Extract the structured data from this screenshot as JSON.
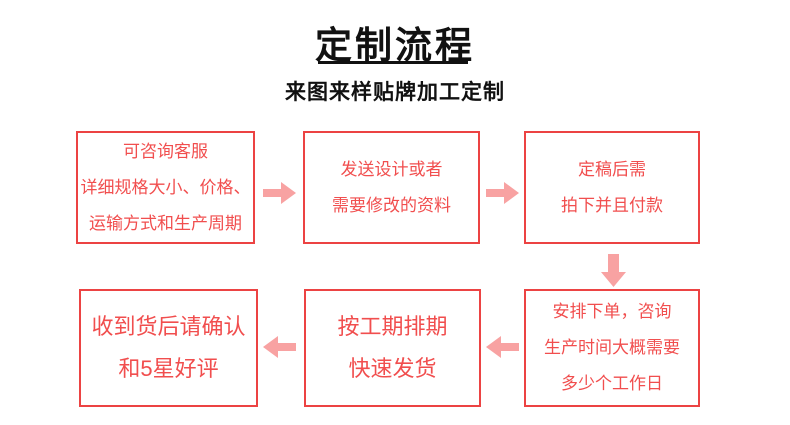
{
  "header": {
    "title": "定制流程",
    "subtitle": "来图来样贴牌加工定制"
  },
  "colors": {
    "box_border_red": "#ec4343",
    "box_text_red": "#f14e4e",
    "arrow_pink": "#f8a2a2",
    "heading_black": "#111111"
  },
  "steps": [
    {
      "position": "top-left",
      "lines": [
        "可咨询客服",
        "详细规格大小、价格、",
        "运输方式和生产周期"
      ]
    },
    {
      "position": "top-center",
      "lines": [
        "发送设计或者",
        "需要修改的资料"
      ]
    },
    {
      "position": "top-right",
      "lines": [
        "定稿后需",
        "拍下并且付款"
      ]
    },
    {
      "position": "bottom-right",
      "lines": [
        "安排下单，咨询",
        "生产时间大概需要",
        "多少个工作日"
      ]
    },
    {
      "position": "bottom-center",
      "lines": [
        "按工期排期",
        "快速发货"
      ]
    },
    {
      "position": "bottom-left",
      "lines": [
        "收到货后请确认",
        "和5星好评"
      ]
    }
  ],
  "arrows": [
    {
      "name": "arrow-step1-to-step2",
      "direction": "right"
    },
    {
      "name": "arrow-step2-to-step3",
      "direction": "right"
    },
    {
      "name": "arrow-step3-to-step4",
      "direction": "down"
    },
    {
      "name": "arrow-step4-to-step5",
      "direction": "left"
    },
    {
      "name": "arrow-step5-to-step6",
      "direction": "left"
    }
  ]
}
